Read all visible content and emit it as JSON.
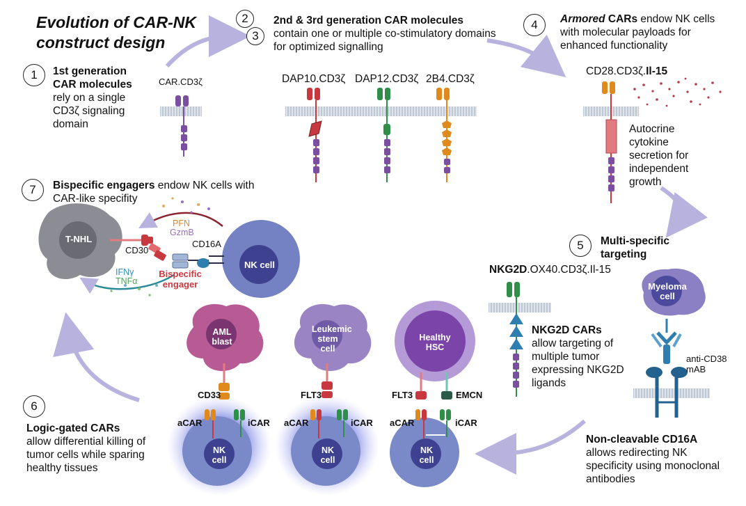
{
  "title": "Evolution of CAR-NK construct design",
  "steps": {
    "s1": {
      "num": "1",
      "lead": "1st generation CAR molecules",
      "text": "rely on a single CD3ζ signaling domain"
    },
    "s2": {
      "num": "2"
    },
    "s3": {
      "num": "3",
      "lead": "2nd & 3rd generation CAR molecules",
      "text": "contain one or multiple co-stimulatory domains for optimized signalling"
    },
    "s4": {
      "num": "4",
      "lead": "Armored",
      "lead2": " CARs",
      "text": " endow NK cells with molecular payloads for enhanced functionality"
    },
    "s5": {
      "num": "5",
      "lead": "Multi-specific targeting"
    },
    "s6": {
      "num": "6",
      "lead": "Logic-gated CARs",
      "text": "allow differential killing of tumor cells while sparing healthy tissues"
    },
    "s7": {
      "num": "7",
      "lead": "Bispecific engagers",
      "text": " endow NK cells with CAR-like specifity"
    }
  },
  "labels": {
    "car_cd3z": "CAR.CD3ζ",
    "dap10": "DAP10.CD3ζ",
    "dap12": "DAP12.CD3ζ",
    "b2b4": "2B4.CD3ζ",
    "cd28_prefix": "CD28.CD3ζ.",
    "cd28_bold": "Il-15",
    "autocrine": "Autocrine cytokine secretion for independent growth",
    "nkg2d_bold": "NKG2D",
    "nkg2d_rest": ".OX40.CD3ζ.Il-15",
    "nkg2d_cars_bold": "NKG2D CARs",
    "nkg2d_cars_text": "allow targeting of multiple tumor expressing NKG2D ligands",
    "myeloma": "Myeloma cell",
    "anti_cd38": "anti-CD38 mAB",
    "cd16a_bold": "Non-cleavable CD16A",
    "cd16a_text": "allows redirecting NK specificity using monoclonal antibodies",
    "tnhl": "T-NHL",
    "cd30": "CD30",
    "pfn": "PFN",
    "gzmb": "GzmB",
    "cd16a": "CD16A",
    "nk_cell": "NK cell",
    "ifng": "IFNγ",
    "tnfa": "TNFα",
    "bispecific": "Bispecific engager",
    "aml": "AML blast",
    "leukemic": "Leukemic stem cell",
    "healthy": "Healthy HSC",
    "cd33": "CD33",
    "flt3a": "FLT3",
    "flt3b": "FLT3",
    "emcn": "EMCN",
    "acar1": "aCAR",
    "icar1": "iCAR",
    "acar2": "aCAR",
    "icar2": "iCAR",
    "acar3": "aCAR",
    "icar3": "iCAR",
    "nk1": "NK cell",
    "nk2": "NK cell",
    "nk3": "NK cell"
  },
  "colors": {
    "car_purple": "#7b4fa0",
    "dap10_red": "#c8383f",
    "dap12_green": "#2f8f4a",
    "b2b4_orange": "#e08a1e",
    "membrane": "#a9b6c6",
    "nk_body": "#6f7fc0",
    "nk_nucleus": "#3b3f8e",
    "aml_pink": "#b85a94",
    "leukemic_purple": "#9a84c4",
    "healthy_purple": "#8a5fb0",
    "arrow": "#b7b3de"
  }
}
